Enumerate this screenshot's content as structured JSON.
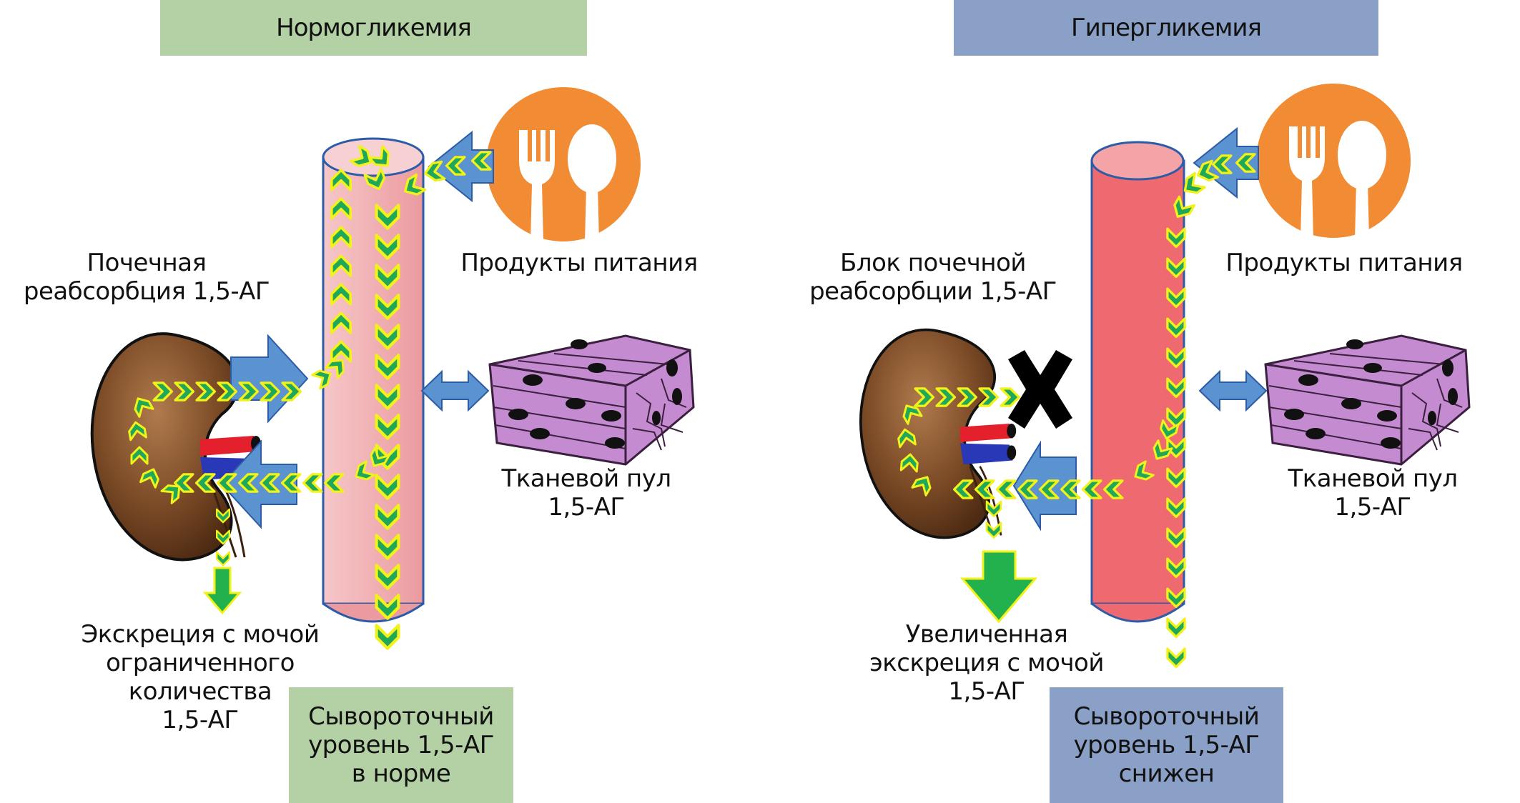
{
  "panels": [
    {
      "id": "normoglycemia",
      "title": "Нормогликемия",
      "title_color": "#b3d1a4",
      "vessel_color": "#f0b3b7",
      "labels": {
        "kidney": [
          "Почечная",
          "реабсорбция 1,5-АГ"
        ],
        "food": [
          "Продукты питания"
        ],
        "tissue": [
          "Тканевой пул",
          "1,5-АГ"
        ],
        "excretion": [
          "Экскреция с мочой",
          "ограниченного",
          "количества",
          "1,5-АГ"
        ],
        "serum": [
          "Сывороточный",
          "уровень 1,5-АГ",
          "в норме"
        ]
      },
      "icons": [
        "kidney-icon",
        "blood-vessel-icon",
        "fork-spoon-icon",
        "tissue-block-icon",
        "arrow-icon"
      ]
    },
    {
      "id": "hyperglycemia",
      "title": "Гипергликемия",
      "title_color": "#8aa0c7",
      "vessel_color": "#ee6a70",
      "labels": {
        "kidney": [
          "Блок почечной",
          "реабсорбции 1,5-АГ"
        ],
        "food": [
          "Продукты питания"
        ],
        "tissue": [
          "Тканевой пул",
          "1,5-АГ"
        ],
        "excretion": [
          "Увеличенная",
          "экскреция с мочой",
          "1,5-АГ"
        ],
        "serum": [
          "Сывороточный",
          "уровень 1,5-АГ",
          "снижен"
        ]
      },
      "icons": [
        "kidney-icon",
        "blood-vessel-icon",
        "fork-spoon-icon",
        "tissue-block-icon",
        "block-x-icon",
        "arrow-icon"
      ]
    }
  ],
  "colors": {
    "plate": "#f28c34",
    "kidney": "#7a4a26",
    "flow_arrow": "#5b93d1",
    "chevron_fill": "#1fa85a",
    "chevron_outline": "#f2f21a",
    "excretion_arrow": "#22b14c",
    "tissue": "#c58bd0"
  }
}
